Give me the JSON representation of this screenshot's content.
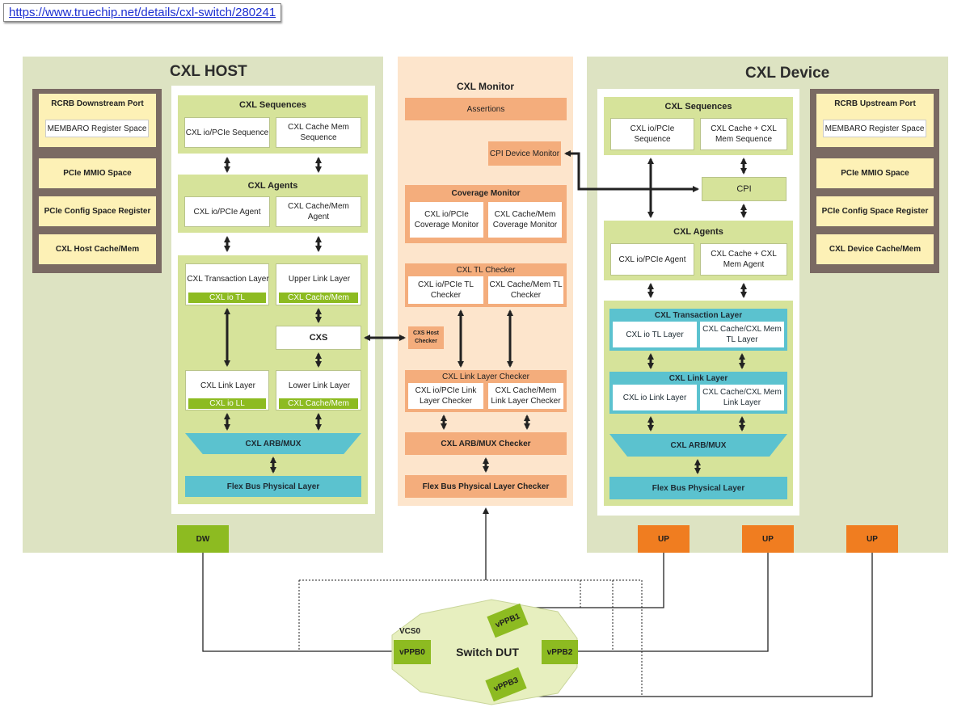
{
  "url": "https://www.truechip.net/details/cxl-switch/280241",
  "host": {
    "title": "CXL HOST",
    "rcrb_port": "RCRB Downstream Port",
    "membaro": "MEMBARO Register Space",
    "mmio": "PCIe MMIO Space",
    "config": "PCIe Config Space Register",
    "cache_mem": "CXL Host Cache/Mem",
    "sequences": "CXL Sequences",
    "seq_io": "CXL io/PCIe Sequence",
    "seq_cache": "CXL Cache Mem Sequence",
    "agents": "CXL Agents",
    "agent_io": "CXL io/PCIe Agent",
    "agent_cache": "CXL Cache/Mem Agent",
    "transaction": "CXL Transaction Layer",
    "io_tl": "CXL io TL",
    "upper_link": "Upper Link Layer",
    "cache_mem_tag1": "CXL Cache/Mem",
    "cxs": "CXS",
    "link_layer": "CXL Link Layer",
    "io_ll": "CXL io LL",
    "lower_link": "Lower Link Layer",
    "cache_mem_tag2": "CXL Cache/Mem",
    "arb_mux": "CXL ARB/MUX",
    "phy": "Flex Bus Physical Layer",
    "port": "DW"
  },
  "monitor": {
    "title": "CXL Monitor",
    "assertions": "Assertions",
    "cpi_monitor": "CPI Device Monitor",
    "coverage": "Coverage Monitor",
    "cov_io": "CXL io/PCIe Coverage Monitor",
    "cov_cache": "CXL Cache/Mem Coverage Monitor",
    "tl_checker": "CXL TL Checker",
    "tl_io": "CXL io/PCIe TL Checker",
    "tl_cache": "CXL Cache/Mem TL Checker",
    "cxs_checker": "CXS Host Checker",
    "ll_checker": "CXL Link Layer Checker",
    "ll_io": "CXL io/PCIe Link Layer Checker",
    "ll_cache": "CXL Cache/Mem Link Layer Checker",
    "arb_checker": "CXL ARB/MUX Checker",
    "phy_checker": "Flex Bus Physical Layer Checker"
  },
  "device": {
    "title": "CXL Device",
    "sequences": "CXL Sequences",
    "seq_io": "CXL io/PCIe Sequence",
    "seq_cache": "CXL Cache + CXL Mem Sequence",
    "cpi": "CPI",
    "agents": "CXL Agents",
    "agent_io": "CXL io/PCIe Agent",
    "agent_cache": "CXL Cache + CXL Mem Agent",
    "transaction": "CXL Transaction Layer",
    "io_tl": "CXL io TL Layer",
    "cache_tl": "CXL Cache/CXL Mem TL Layer",
    "link": "CXL Link Layer",
    "io_link": "CXL io Link Layer",
    "cache_link": "CXL Cache/CXL Mem Link Layer",
    "arb_mux": "CXL ARB/MUX",
    "phy": "Flex Bus Physical Layer",
    "rcrb_port": "RCRB Upstream Port",
    "membaro": "MEMBARO Register Space",
    "mmio": "PCIe MMIO Space",
    "config": "PCIe Config Space Register",
    "cache_mem": "CXL Device Cache/Mem",
    "ports": [
      "UP",
      "UP",
      "UP"
    ]
  },
  "switch": {
    "label": "Switch DUT",
    "vcs": "VCS0",
    "vppb0": "vPPB0",
    "vppb1": "vPPB1",
    "vppb2": "vPPB2",
    "vppb3": "vPPB3"
  }
}
